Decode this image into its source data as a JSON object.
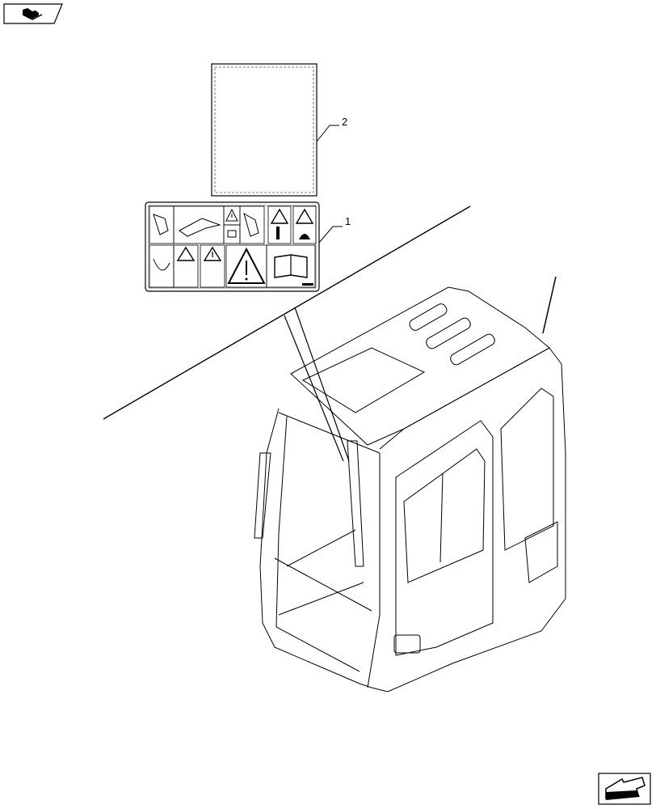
{
  "diagram": {
    "type": "exploded parts illustration",
    "subject": "operator cab with decals",
    "callouts": [
      {
        "id": 1,
        "label": "1",
        "part": "safety decal sheet"
      },
      {
        "id": 2,
        "label": "2",
        "part": "blank decal / label sheet"
      }
    ]
  },
  "nav": {
    "top_left_icon": "book-back-icon",
    "bottom_right_icon": "next-arrow-icon"
  },
  "decal_sheet": {
    "row1": [
      "excavator-boom-pictogram",
      "boom-swing-pictogram",
      "warning-triangle-pictogram",
      "excavator-pictogram",
      "crush-hazard-pictogram",
      "seat-operator-pictogram"
    ],
    "row2": [
      "operator-seat-pictogram",
      "fall-hazard-pictogram",
      "warning-triangle-pictogram",
      "large-warning-triangle",
      "read-manual-book-pictogram"
    ]
  },
  "colors": {
    "line": "#000000",
    "background": "#ffffff"
  }
}
